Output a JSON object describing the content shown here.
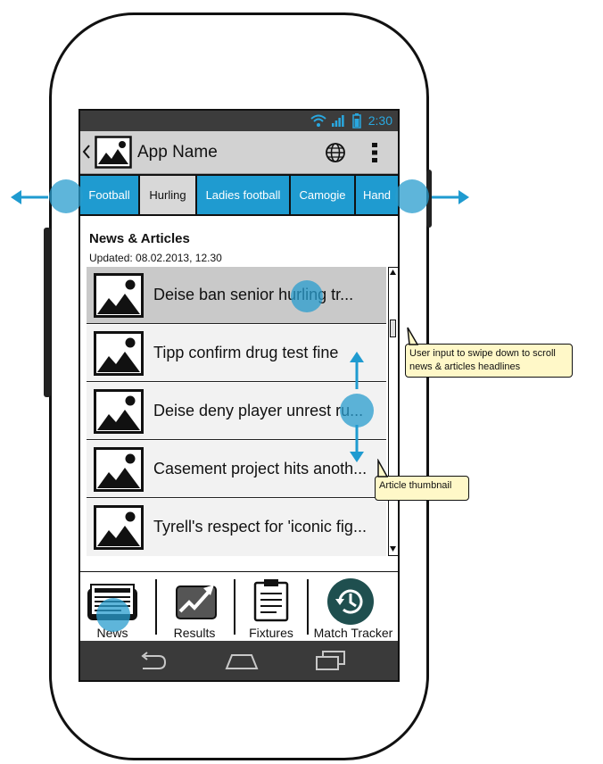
{
  "status_bar": {
    "time": "2:30"
  },
  "app_bar": {
    "title": "App Name"
  },
  "tabs": [
    {
      "label": "Football",
      "active": false
    },
    {
      "label": "Hurling",
      "active": true
    },
    {
      "label": "Ladies football",
      "active": false
    },
    {
      "label": "Camogie",
      "active": false
    },
    {
      "label": "Hand",
      "active": false
    }
  ],
  "section": {
    "title": "News & Articles",
    "updated": "Updated: 08.02.2013, 12.30"
  },
  "articles": [
    {
      "headline": "Deise ban senior hurling tr...",
      "selected": true
    },
    {
      "headline": "Tipp confirm drug test fine",
      "selected": false
    },
    {
      "headline": "Deise deny player unrest ru...",
      "selected": false
    },
    {
      "headline": "Casement project hits anoth...",
      "selected": false
    },
    {
      "headline": "Tyrell's respect for 'iconic fig...",
      "selected": false
    }
  ],
  "bottom_nav": [
    {
      "label": "News",
      "icon": "newspaper-icon"
    },
    {
      "label": "Results",
      "icon": "trending-chart-icon"
    },
    {
      "label": "Fixtures",
      "icon": "clipboard-icon"
    },
    {
      "label": "Match Tracker",
      "icon": "history-clock-icon"
    }
  ],
  "annotations": {
    "swipe_note": "User input to swipe down to scroll news & articles headlines",
    "thumbnail_note": "Article thumbnail"
  },
  "colors": {
    "accent": "#1f9bd0",
    "status_text": "#29a8e0",
    "note_bg": "#fff8c8"
  }
}
